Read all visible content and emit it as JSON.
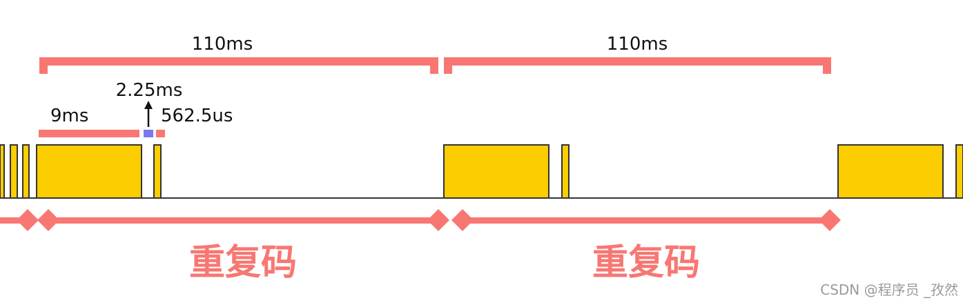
{
  "colors": {
    "accent": "#f87772",
    "pulse": "#fccd00",
    "marker": "#7b78f0",
    "line": "#333333"
  },
  "brackets": [
    {
      "label": "110ms"
    },
    {
      "label": "110ms"
    }
  ],
  "timings": {
    "leader": "9ms",
    "space": "2.25ms",
    "pulse": "562.5us"
  },
  "sections": [
    {
      "label": "重复码"
    },
    {
      "label": "重复码"
    }
  ],
  "watermark": "CSDN @程序员 _孜然"
}
